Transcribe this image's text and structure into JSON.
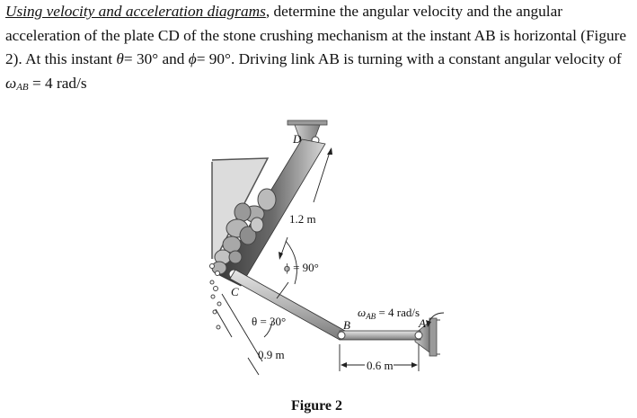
{
  "problem": {
    "lead": "Using velocity and acceleration diagrams",
    "part1": ", determine the angular velocity and the angular acceleration of the plate CD of the stone crushing mechanism at the instant AB is horizontal (Figure 2). At this instant ",
    "theta_sym": "θ",
    "theta_eq": "= 30° and ",
    "phi_sym": "ϕ",
    "phi_eq": "= 90°. Driving link AB is turning with a constant angular velocity of ",
    "omega_sym": "ω",
    "omega_sub": "AB",
    "omega_eq": " = 4 rad/s"
  },
  "figure": {
    "label_D": "D",
    "label_C": "C",
    "label_B": "B",
    "label_A": "A",
    "dim_cd": "1.2 m",
    "angle_phi": "ϕ = 90°",
    "angle_theta": "θ = 30°",
    "dim_bc": "0.9 m",
    "dim_ab": "0.6 m",
    "omega_label": "ω",
    "omega_sub": "AB",
    "omega_value": " = 4 rad/s",
    "caption": "Figure 2"
  }
}
